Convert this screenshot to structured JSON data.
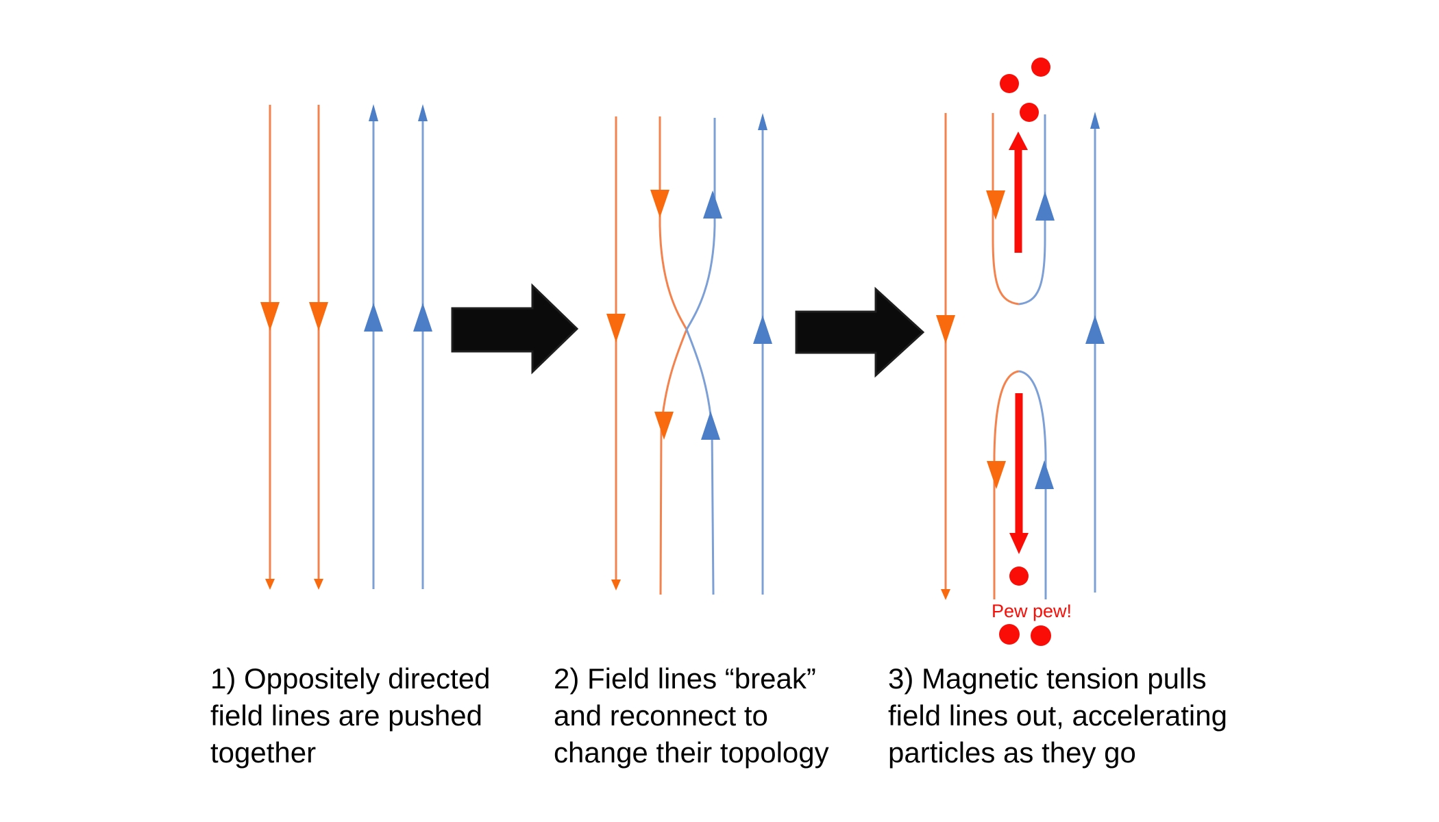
{
  "colors": {
    "background": "#FFFFFF",
    "orange_line": "#F4824D",
    "orange_arrow": "#F96A0F",
    "blue_line": "#7C9FD6",
    "blue_arrow": "#4B7EC6",
    "red": "#F90D06",
    "black": "#0B0B0B",
    "caption_text": "#000000"
  },
  "panels": [
    {
      "caption_lines": [
        "1) Oppositely directed",
        "field lines are pushed",
        "together"
      ]
    },
    {
      "caption_lines": [
        "2) Field lines “break”",
        "and reconnect to",
        "change their topology"
      ]
    },
    {
      "caption_lines": [
        "3) Magnetic tension pulls",
        "field lines out, accelerating",
        "particles as they go"
      ]
    }
  ],
  "labels": {
    "pew_pew": "Pew pew!"
  }
}
